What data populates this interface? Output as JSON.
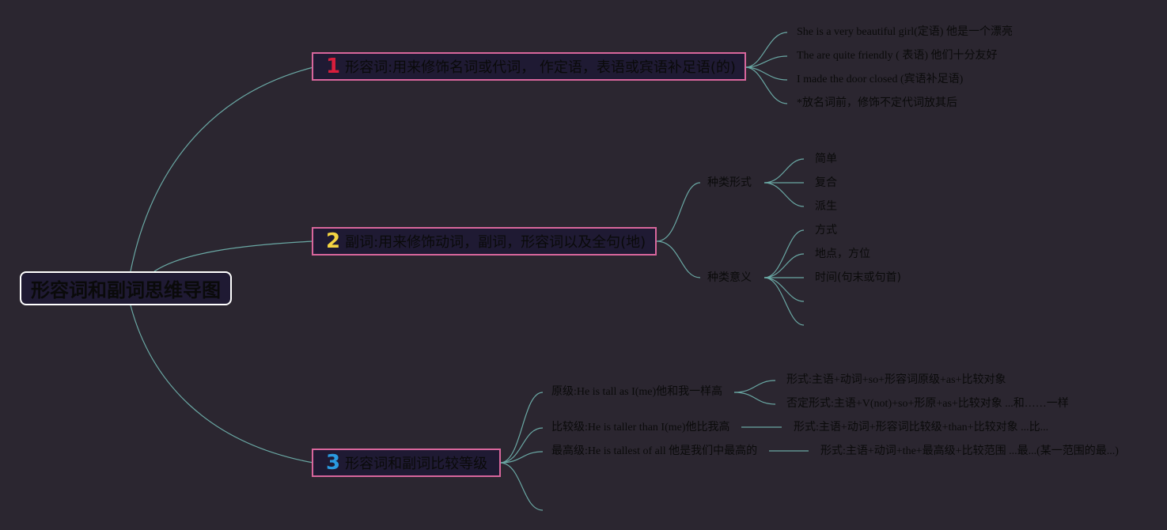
{
  "root": {
    "title": "形容词和副词思维导图"
  },
  "branches": [
    {
      "badge": "1",
      "badge_color": "#d81e3c",
      "text": "形容词:用来修饰名词或代词， 作定语，表语或宾语补足语(的)",
      "children": [
        "She is a very beautiful girl(定语) 他是一个漂亮",
        "The are quite friendly ( 表语) 他们十分友好",
        "I made the door closed (宾语补足语)",
        "*放名词前，修饰不定代词放其后"
      ]
    },
    {
      "badge": "2",
      "badge_color": "#f5d542",
      "text": "副词:用来修饰动词，副词，形容词以及全句(地)",
      "groups": [
        {
          "label": "种类形式",
          "items": [
            "简单",
            "复合",
            "派生"
          ]
        },
        {
          "label": "种类意义",
          "items": [
            "方式",
            "地点，方位",
            "时间(句末或句首)"
          ]
        }
      ]
    },
    {
      "badge": "3",
      "badge_color": "#2a9be0",
      "text": "形容词和副词比较等级",
      "groups": [
        {
          "label": "原级:He is tall as I(me)他和我一样高",
          "items": [
            "形式:主语+动词+so+形容词原级+as+比较对象",
            "否定形式:主语+V(not)+so+形原+as+比较对象 ...和……一样"
          ]
        },
        {
          "label": "比较级:He is taller than I(me)他比我高",
          "items": [
            "形式:主语+动词+形容词比较级+than+比较对象 ...比..."
          ]
        },
        {
          "label": "最高级:He is tallest of all 他是我们中最高的",
          "items": [
            "形式:主语+动词+the+最高级+比较范围 ...最...(某一范围的最...)"
          ]
        }
      ]
    }
  ],
  "colors": {
    "background": "#2b2630",
    "connector": "#6aa8a4",
    "branch_border": "#d8669c",
    "root_border": "#ffffff",
    "node_fill": "#1f1a33",
    "text": "#0a0a0a"
  }
}
